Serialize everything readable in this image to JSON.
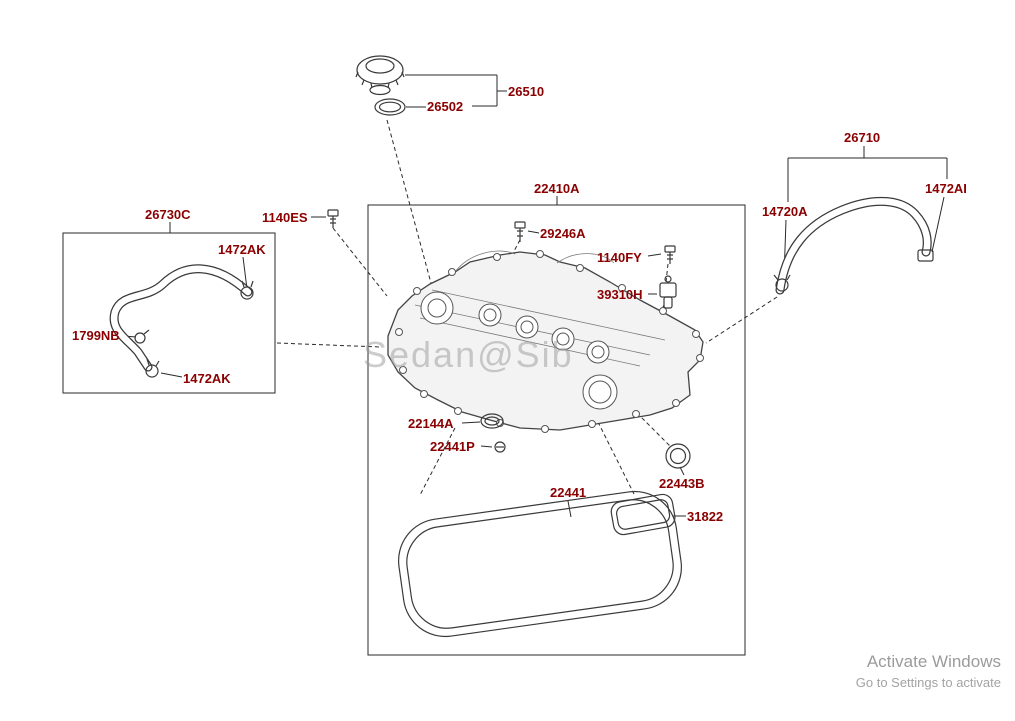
{
  "watermark": "Sedan@Sib",
  "os_overlay": {
    "title": "Activate Windows",
    "subtitle": "Go to Settings to activate"
  },
  "labels": {
    "cap_26510": "26510",
    "ring_26502": "26502",
    "hose_26710": "26710",
    "clip_1472AI": "1472AI",
    "hose_14720A": "14720A",
    "cover_22410A": "22410A",
    "pcv_26730C": "26730C",
    "bolt_1140ES": "1140ES",
    "bolt_29246A": "29246A",
    "clamp_1472AK_a": "1472AK",
    "bolt_1140FY": "1140FY",
    "sensor_39310H": "39310H",
    "clamp_1799NB": "1799NB",
    "clamp_1472AK_b": "1472AK",
    "seal_22144A": "22144A",
    "plug_22441P": "22441P",
    "seal_22443B": "22443B",
    "gasket_22441": "22441",
    "gasket_31822": "31822"
  }
}
